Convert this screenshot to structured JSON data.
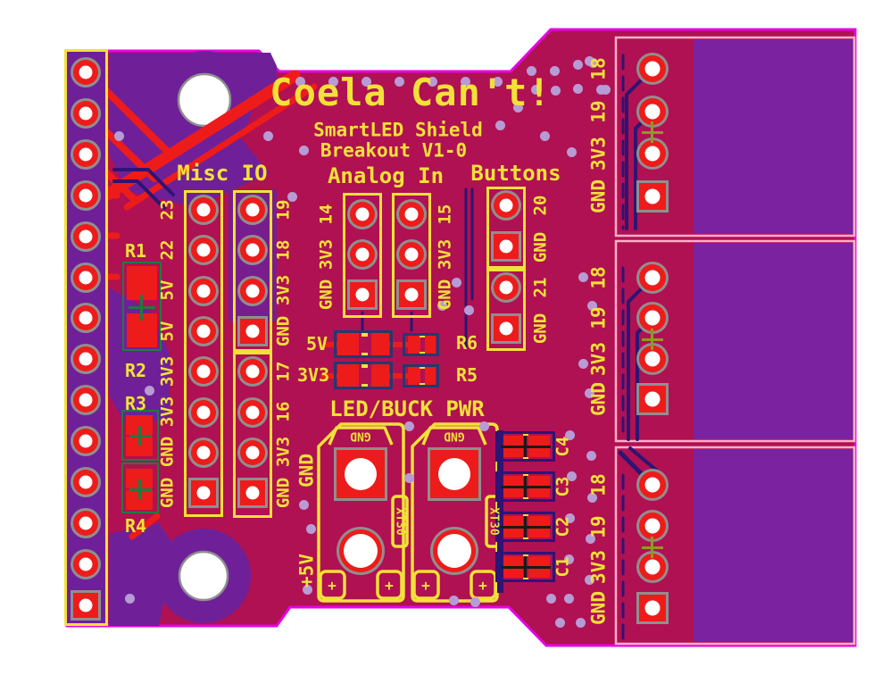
{
  "board": {
    "title": "Coela Can't!",
    "subtitle_line1": "SmartLED Shield",
    "subtitle_line2": "Breakout V1-0"
  },
  "misc_io": {
    "header": "Misc IO",
    "left_labels": [
      "23",
      "22",
      "5V",
      "5V",
      "3V3",
      "3V3",
      "GND",
      "GND"
    ],
    "right_labels": [
      "19",
      "18",
      "3V3",
      "GND",
      "17",
      "16",
      "3V3",
      "GND"
    ]
  },
  "analog_in": {
    "header": "Analog In",
    "left_labels": [
      "14",
      "3V3",
      "GND"
    ],
    "right_labels": [
      "15",
      "3V3",
      "GND"
    ]
  },
  "buttons": {
    "header": "Buttons",
    "labels": [
      "20",
      "GND",
      "21",
      "GND"
    ]
  },
  "resistors": {
    "r1": "R1",
    "r2": "R2",
    "r3": "R3",
    "r4": "R4"
  },
  "jumpers": {
    "rows": [
      {
        "rail": "5V",
        "ref": "R6"
      },
      {
        "rail": "3V3",
        "ref": "R5"
      }
    ]
  },
  "led_pwr": {
    "header": "LED/BUCK PWR",
    "gnd_rail": "GND",
    "power_rail": "+5V",
    "connectors": [
      {
        "pad_label": "GND",
        "type": "XT30",
        "polarity_marks": [
          "+",
          "+"
        ]
      },
      {
        "pad_label": "GND",
        "type": "XT30",
        "polarity_marks": [
          "+",
          "+"
        ]
      }
    ]
  },
  "capacitors": {
    "labels_top_to_bottom": [
      "C4",
      "C3",
      "C2",
      "C1"
    ]
  },
  "right_headers": {
    "groups": [
      {
        "labels": [
          "18",
          "19",
          "3V3",
          "GND"
        ]
      },
      {
        "labels": [
          "18",
          "19",
          "3V3",
          "GND"
        ]
      },
      {
        "labels": [
          "18",
          "19",
          "3V3",
          "GND"
        ]
      }
    ]
  },
  "colors": {
    "board": "#b01152",
    "copper_zone": "#6f2099",
    "silkscreen": "#f2e139",
    "pad": "#ee1b1b",
    "board_edge": "#e603e6",
    "via": "#b79bd5",
    "trace": "#2e1473"
  }
}
